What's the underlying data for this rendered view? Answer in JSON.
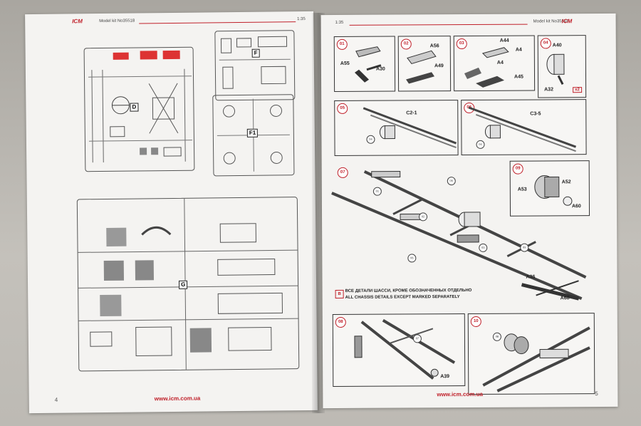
{
  "left_page": {
    "brand": "ICM",
    "header_text": "Model kit No35518",
    "scale": "1:35",
    "sprues": [
      "D",
      "F",
      "F1",
      "G"
    ],
    "website": "www.icm.com.ua",
    "page_number": "4"
  },
  "right_page": {
    "brand": "ICM",
    "header_text": "Model kit No35518",
    "scale": "1:35",
    "website": "www.icm.com.ua",
    "page_number": "5",
    "steps": [
      {
        "num": "01",
        "labels": [
          "A55",
          "A30"
        ]
      },
      {
        "num": "02",
        "labels": [
          "A56",
          "A49"
        ]
      },
      {
        "num": "03",
        "labels": [
          "A44",
          "A4",
          "A4",
          "A45"
        ]
      },
      {
        "num": "04",
        "labels": [
          "A40",
          "A32"
        ],
        "multiplier": "x2"
      },
      {
        "num": "05",
        "labels": [
          "C2-1"
        ],
        "callouts": [
          "04"
        ]
      },
      {
        "num": "06",
        "labels": [
          "C3-5"
        ],
        "callouts": [
          "04"
        ]
      },
      {
        "num": "07",
        "callouts": [
          "01",
          "05",
          "02",
          "03",
          "06",
          "09"
        ],
        "labels": [
          "A36",
          "A68"
        ]
      },
      {
        "num": "09",
        "labels": [
          "A52",
          "A53",
          "A60"
        ]
      },
      {
        "num": "08",
        "labels": [
          "A39"
        ],
        "callouts": [
          "07"
        ]
      },
      {
        "num": "10",
        "callouts": [
          "08"
        ]
      }
    ],
    "note": {
      "marker": "B",
      "line_ru": "ВСЕ ДЕТАЛИ ШАССИ, КРОМЕ ОБОЗНАЧЕННЫХ ОТДЕЛЬНО",
      "line_en": "ALL CHASSIS DETAILS EXCEPT MARKED SEPARATELY"
    }
  }
}
